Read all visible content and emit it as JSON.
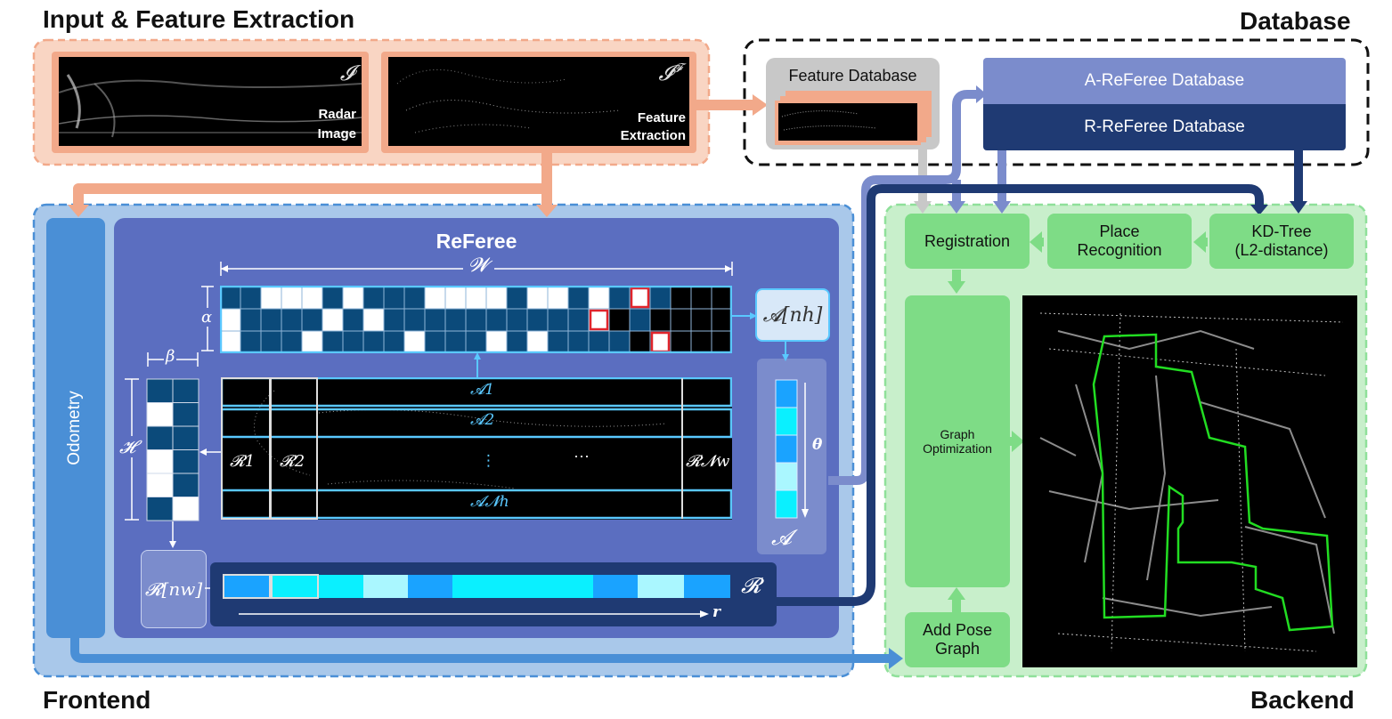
{
  "sections": {
    "input": "Input & Feature Extraction",
    "database": "Database",
    "frontend": "Frontend",
    "backend": "Backend"
  },
  "input": {
    "radar_symbol": "𝓘",
    "radar_label_1": "Radar",
    "radar_label_2": "Image",
    "feature_symbol": "𝓘",
    "feature_superscript": "𝓕",
    "feature_label_1": "Feature",
    "feature_label_2": "Extraction"
  },
  "database": {
    "feature_db": "Feature Database",
    "a_referee_db": "A-ReFeree Database",
    "r_referee_db": "R-ReFeree Database"
  },
  "frontend": {
    "odometry": "Odometry",
    "referee_title": "ReFeree",
    "w_symbol": "𝓦",
    "alpha": "α",
    "beta": "β",
    "h_symbol": "𝓗",
    "a_nh_box": "𝓐[nh]",
    "theta": "θ",
    "a_symbol": "𝓐",
    "a1": "𝓐1",
    "a2": "𝓐2",
    "anh": "𝓐𝓝h",
    "vdots": "⋮",
    "hdots": "···",
    "r1": "𝓡1",
    "r2": "𝓡2",
    "rnw_strip": "𝓡𝓝w",
    "r_nw_box": "𝓡[nw]",
    "r_symbol": "𝓡",
    "r_axis": "r"
  },
  "backend": {
    "registration": "Registration",
    "place_recognition_1": "Place",
    "place_recognition_2": "Recognition",
    "kdtree_1": "KD-Tree",
    "kdtree_2": "(L2-distance)",
    "graph_opt_1": "Graph",
    "graph_opt_2": "Optimization",
    "add_pose_1": "Add Pose",
    "add_pose_2": "Graph"
  },
  "colors": {
    "input_fill": "#f9d5c3",
    "input_border": "#f2a98a",
    "frontend_fill": "#a9c8ea",
    "frontend_border": "#4a8fd6",
    "referee_fill": "#5b6ec0",
    "backend_fill": "#c8efcb",
    "backend_box": "#7edc86",
    "a_db": "#7b8ccc",
    "r_db": "#1f3a73",
    "cell_dark": "#0b4a7a",
    "cyan": "#0af0ff",
    "light_blue": "#1aa3ff",
    "pale_cyan": "#aaf7ff",
    "red": "#e0242b"
  }
}
